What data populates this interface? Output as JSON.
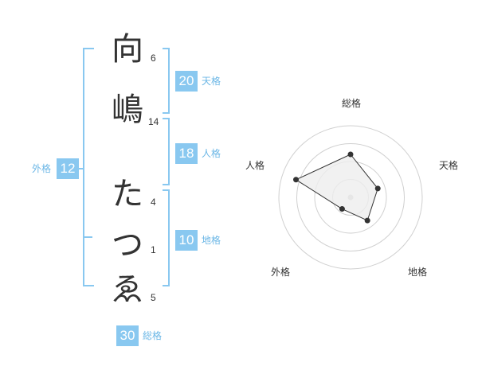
{
  "characters": [
    {
      "char": "向",
      "strokes": "6"
    },
    {
      "char": "嶋",
      "strokes": "14"
    },
    {
      "char": "た",
      "strokes": "4"
    },
    {
      "char": "つ",
      "strokes": "1"
    },
    {
      "char": "ゑ",
      "strokes": "5"
    }
  ],
  "fortune": {
    "tenkaku": {
      "value": "20",
      "label": "天格"
    },
    "jinkaku": {
      "value": "18",
      "label": "人格"
    },
    "chikaku": {
      "value": "10",
      "label": "地格"
    },
    "gaikaku": {
      "value": "12",
      "label": "外格"
    },
    "soukaku": {
      "value": "30",
      "label": "総格"
    }
  },
  "radar": {
    "axes": [
      "総格",
      "天格",
      "地格",
      "外格",
      "人格"
    ],
    "levels": 4,
    "max": 5,
    "values": [
      3,
      2,
      2,
      1,
      4
    ],
    "colors": {
      "ring": "#d0d0d0",
      "fill": "#eeeeee",
      "line": "#333333",
      "dot": "#333333",
      "center": "#c8c8c8"
    }
  }
}
